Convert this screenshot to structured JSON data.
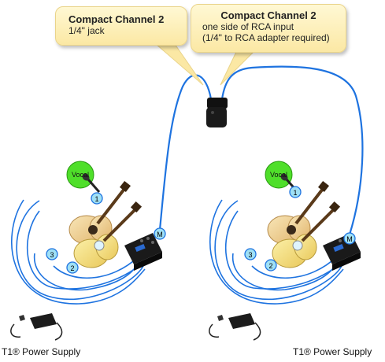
{
  "callouts": {
    "left": {
      "title": "Compact Channel 2",
      "lines": [
        "1/4\" jack"
      ]
    },
    "right": {
      "title": "Compact Channel 2",
      "lines": [
        "one side of RCA input",
        "(1/4\" to RCA adapter required)"
      ]
    }
  },
  "setups": [
    {
      "vocal_label": "Vocal",
      "markers": {
        "ch1": "1",
        "ch2": "2",
        "ch3": "3",
        "master": "M"
      },
      "psu_label": "T1® Power Supply"
    },
    {
      "vocal_label": "Vocal",
      "markers": {
        "ch1": "1",
        "ch2": "2",
        "ch3": "3",
        "master": "M"
      },
      "psu_label": "T1® Power Supply"
    }
  ],
  "colors": {
    "cable": "#1e73e0",
    "marker_fill": "#9fe0f5",
    "vocal_fill": "#4fdf2a",
    "callout_fill": "#fdf0bf",
    "guitar_body": "#f2d59a",
    "guitar_body_yellow": "#f6e07a"
  }
}
